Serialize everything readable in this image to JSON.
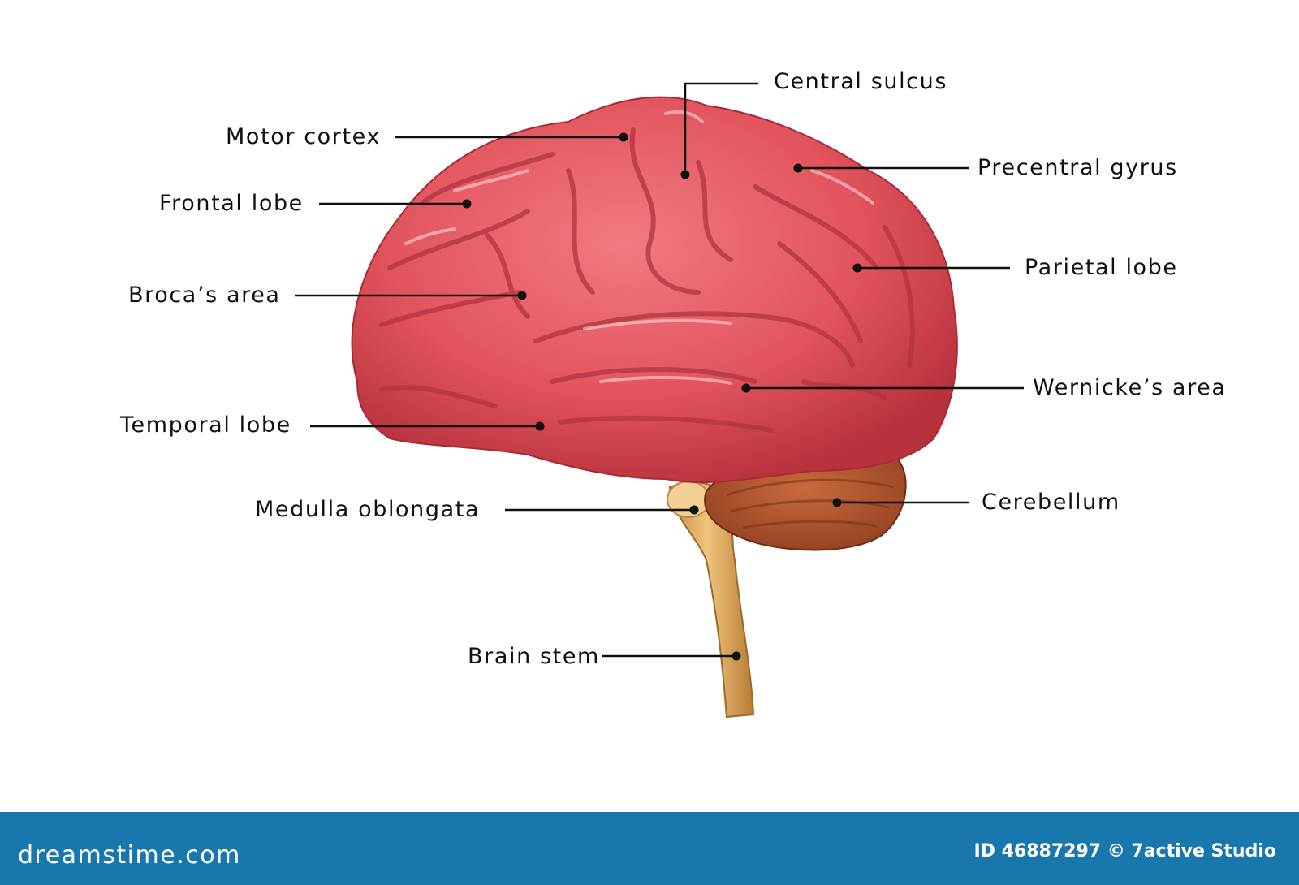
{
  "labels": {
    "central_sulcus": "Central sulcus",
    "motor_cortex": "Motor cortex",
    "precentral_gyrus": "Precentral gyrus",
    "frontal_lobe": "Frontal lobe",
    "parietal_lobe": "Parietal lobe",
    "brocas_area": "Broca’s area",
    "wernickes_area": "Wernicke’s area",
    "temporal_lobe": "Temporal lobe",
    "cerebellum": "Cerebellum",
    "medulla_oblongata": "Medulla oblongata",
    "brain_stem": "Brain stem"
  },
  "footer": {
    "logo": "dreamstime.com",
    "credit": "ID 46887297 © 7active Studio"
  },
  "colors": {
    "cerebrum": "#e2545e",
    "cerebellum": "#b4562f",
    "brainstem": "#d9a45c",
    "footer": "#1878ad"
  }
}
